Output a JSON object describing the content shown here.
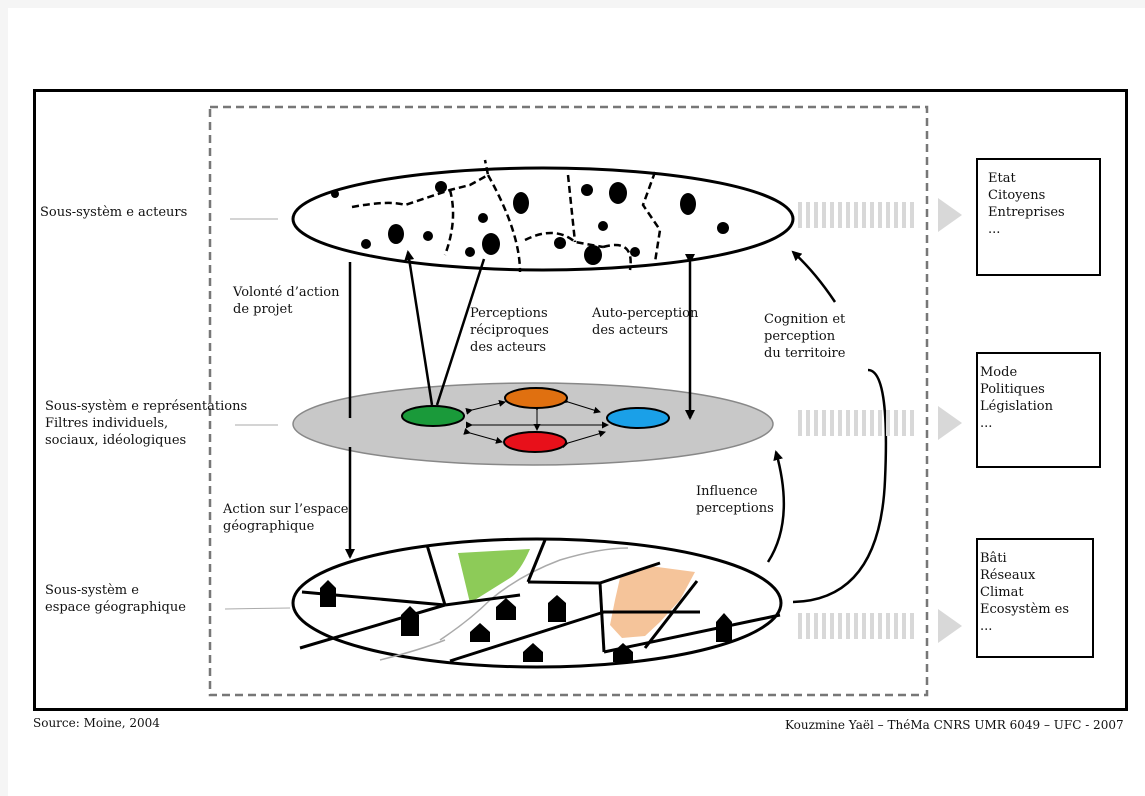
{
  "labels": {
    "actors": "Sous-systèm e acteurs",
    "representations_1": "Sous-systèm e représentations",
    "representations_2": "Filtres individuels,",
    "representations_3": "sociaux, idéologiques",
    "geo_1": "Sous-systèm e",
    "geo_2": "espace  géographique",
    "volonte_1": "Volonté d’action",
    "volonte_2": "de  projet",
    "perceptions_1": "Perceptions",
    "perceptions_2": "réciproques",
    "perceptions_3": "des acteurs",
    "auto_1": "Auto-perception",
    "auto_2": "des acteurs",
    "cognition_1": "Cognition et",
    "cognition_2": "perception",
    "cognition_3": "du territoire",
    "action_1": "Action sur l’espace",
    "action_2": "géographique",
    "influence_1": "Influence",
    "influence_2": "perceptions"
  },
  "boxes": {
    "actors": [
      "Etat",
      "Citoyens",
      "Entreprises",
      "..."
    ],
    "representations": [
      "Mode",
      "Politiques",
      "Législation",
      "..."
    ],
    "geo": [
      "Bâti",
      "Réseaux",
      "Climat",
      "Ecosystèm es",
      "..."
    ]
  },
  "footer": {
    "source": "Source: Moine, 2004",
    "credit": "Kouzmine Yaël – ThéMa CNRS UMR 6049 – UFC - 2007"
  },
  "colors": {
    "green": "#1a9a3a",
    "orange": "#e07010",
    "red": "#e8101a",
    "blue": "#1aa0e8",
    "gray_disc": "#c8c8c8",
    "green_area": "#8dcb58",
    "peach_area": "#f5c49a",
    "arrow_gray": "#d8d8d8"
  }
}
